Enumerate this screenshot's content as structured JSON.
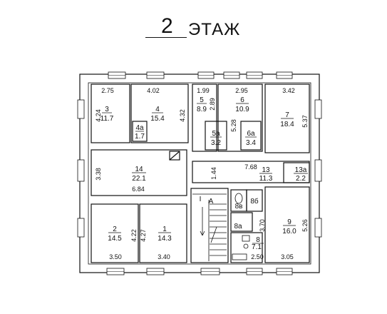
{
  "title": {
    "number": "2",
    "word": "ЭТАЖ"
  },
  "rooms": [
    {
      "id": "3",
      "area": "11.7"
    },
    {
      "id": "4",
      "area": "15.4"
    },
    {
      "id": "4а",
      "area": "1.7"
    },
    {
      "id": "5",
      "area": "8.9"
    },
    {
      "id": "6",
      "area": "10.9"
    },
    {
      "id": "5а",
      "area": "3.2"
    },
    {
      "id": "6а",
      "area": "3.4"
    },
    {
      "id": "7",
      "area": "18.4"
    },
    {
      "id": "14",
      "area": "22.1"
    },
    {
      "id": "13",
      "area": "11.3"
    },
    {
      "id": "13а",
      "area": "2.2"
    },
    {
      "id": "2",
      "area": "14.5"
    },
    {
      "id": "1",
      "area": "14.3"
    },
    {
      "id": "8в",
      "area": ""
    },
    {
      "id": "8б",
      "area": ""
    },
    {
      "id": "8а",
      "area": ""
    },
    {
      "id": "8",
      "area": "7.1"
    },
    {
      "id": "9",
      "area": "16.0"
    }
  ],
  "dimensions": {
    "d275": "2.75",
    "d402": "4.02",
    "d199": "1.99",
    "d295": "2.95",
    "d342": "3.42",
    "d424": "4.24",
    "d432": "4.32",
    "d289": "2.89",
    "d528": "5.28",
    "d537": "5.37",
    "d338": "3.38",
    "d684": "6.84",
    "d144": "1.44",
    "d768": "7.68",
    "d422": "4.22",
    "d427": "4.27",
    "d350": "3.50",
    "d340": "3.40",
    "d370": "3.70",
    "d526": "5.26",
    "d250": "2.50",
    "d305": "3.05"
  },
  "stair": {
    "label_i": "I",
    "label_a": "А"
  }
}
